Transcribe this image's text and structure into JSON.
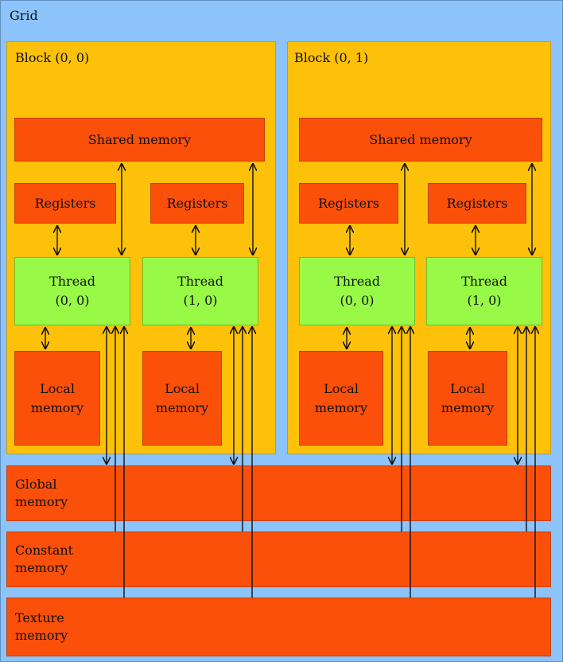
{
  "grid": {
    "label": "Grid"
  },
  "blocks": [
    {
      "label": "Block (0, 0)",
      "shared": "Shared memory",
      "threads": [
        {
          "registers": "Registers",
          "line1": "Thread",
          "line2": "(0, 0)",
          "local1": "Local",
          "local2": "memory"
        },
        {
          "registers": "Registers",
          "line1": "Thread",
          "line2": "(1, 0)",
          "local1": "Local",
          "local2": "memory"
        }
      ]
    },
    {
      "label": "Block (0, 1)",
      "shared": "Shared memory",
      "threads": [
        {
          "registers": "Registers",
          "line1": "Thread",
          "line2": "(0, 0)",
          "local1": "Local",
          "local2": "memory"
        },
        {
          "registers": "Registers",
          "line1": "Thread",
          "line2": "(1, 0)",
          "local1": "Local",
          "local2": "memory"
        }
      ]
    }
  ],
  "memories": [
    {
      "line1": "Global",
      "line2": "memory"
    },
    {
      "line1": "Constant",
      "line2": "memory"
    },
    {
      "line1": "Texture",
      "line2": "memory"
    }
  ]
}
